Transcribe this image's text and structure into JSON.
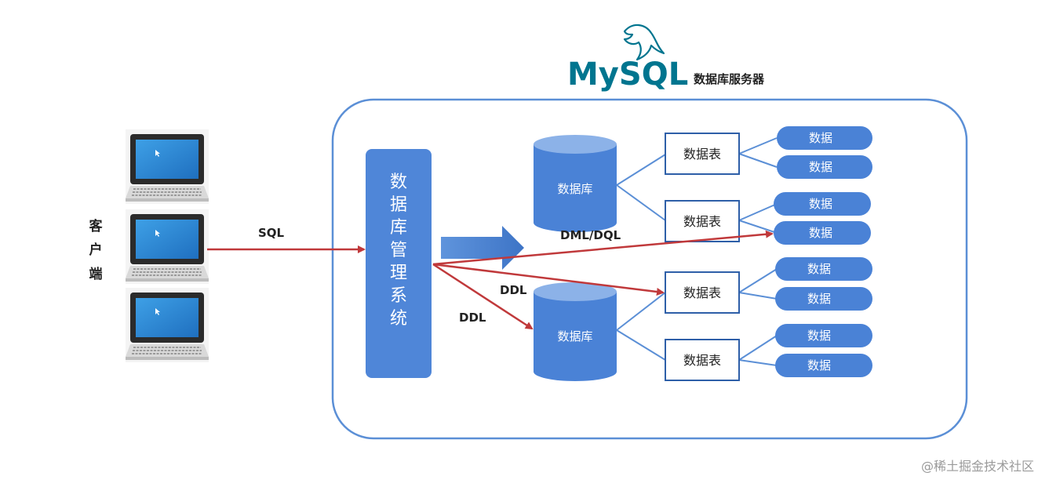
{
  "header": {
    "logo_text": "MySQL",
    "logo_tm": "™",
    "server_label": "数据库服务器"
  },
  "client": {
    "label_chars": [
      "客",
      "户",
      "端"
    ],
    "laptop_count": 3
  },
  "dbms": {
    "label_chars": [
      "数",
      "据",
      "库",
      "管",
      "理",
      "系",
      "统"
    ]
  },
  "databases": [
    {
      "label": "数据库",
      "tables": [
        {
          "label": "数据表",
          "rows": [
            "数据",
            "数据"
          ]
        },
        {
          "label": "数据表",
          "rows": [
            "数据",
            "数据"
          ]
        }
      ]
    },
    {
      "label": "数据库",
      "tables": [
        {
          "label": "数据表",
          "rows": [
            "数据",
            "数据"
          ]
        },
        {
          "label": "数据表",
          "rows": [
            "数据",
            "数据"
          ]
        }
      ]
    }
  ],
  "arrows": {
    "sql": "SQL",
    "dml_dql": "DML/DQL",
    "ddl_table": "DDL",
    "ddl_db": "DDL"
  },
  "watermark": "@稀土掘金技术社区",
  "colors": {
    "server_border": "#5b8fd6",
    "dbms_fill": "#4f86d8",
    "db_fill": "#4a82d6",
    "db_top": "#8cb2e8",
    "data_pill": "#4a82d6",
    "table_border": "#2e5fa8",
    "arrow_red": "#c0393b",
    "connector": "#5b8fd6",
    "mysql_blue": "#00758f",
    "mysql_orange": "#f29111"
  }
}
